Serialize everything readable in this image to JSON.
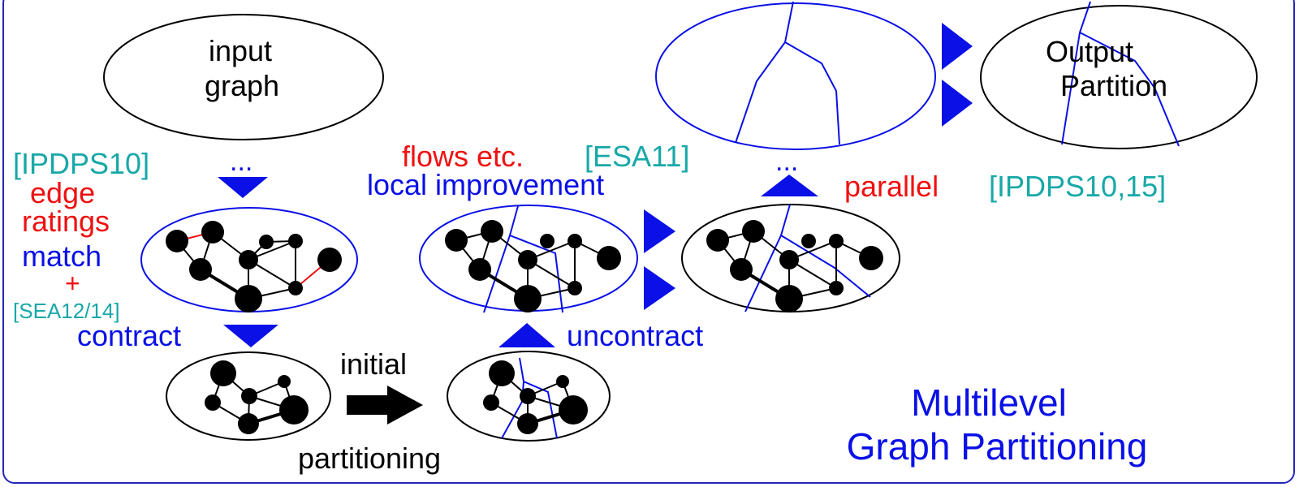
{
  "colors": {
    "blue": "#0a10e6",
    "red": "#f01010",
    "teal": "#18a8a8",
    "black": "#000000",
    "frame": "#2626b8"
  },
  "labels": {
    "input_graph_line1": "input",
    "input_graph_line2": "graph",
    "output_line1": "Output",
    "output_line2": "Partition",
    "ipdps10": "[IPDPS10]",
    "dots_left": "...",
    "edge": "edge",
    "ratings": "ratings",
    "match": "match",
    "plus": "+",
    "sea": "[SEA12/14]",
    "contract": "contract",
    "initial": "initial",
    "partitioning": "partitioning",
    "uncontract": "uncontract",
    "flows": "flows etc.",
    "esa11": "[ESA11]",
    "local_improvement": "local improvement",
    "dots_mid": "...",
    "parallel": "parallel",
    "ipdps1015": "[IPDPS10,15]",
    "title_line1": "Multilevel",
    "title_line2": "Graph Partitioning"
  }
}
